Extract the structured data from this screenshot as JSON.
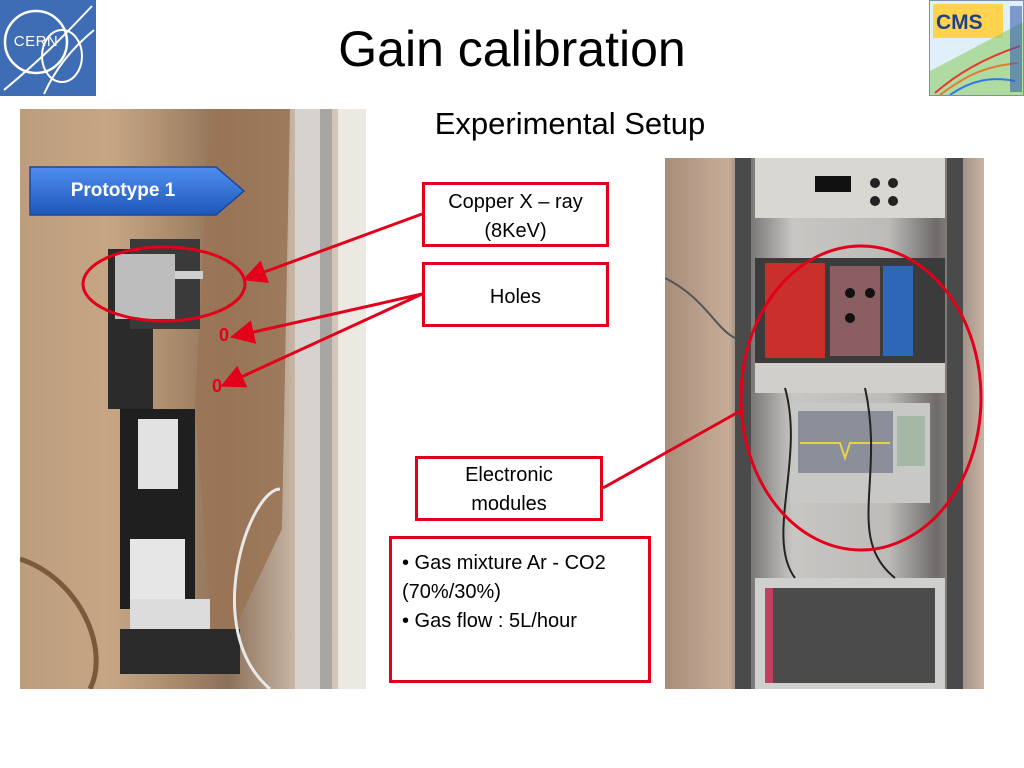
{
  "slide": {
    "title": "Gain calibration",
    "subtitle": "Experimental Setup"
  },
  "logos": {
    "left": {
      "text": "CERN",
      "icon": "cern-logo-icon"
    },
    "right": {
      "text": "CMS",
      "icon": "cms-logo-icon"
    }
  },
  "badge": {
    "label": "Prototype 1"
  },
  "callouts": {
    "copper": {
      "line1": "Copper X – ray",
      "line2": "(8KeV)"
    },
    "holes": {
      "text": "Holes"
    },
    "electronic": {
      "line1": "Electronic",
      "line2": "modules"
    },
    "gas": {
      "line1": "• Gas mixture Ar - CO2",
      "line2": "(70%/30%)",
      "line3": "• Gas flow : 5L/hour"
    }
  },
  "photos": {
    "left": {
      "icon": "prototype-detector-photo"
    },
    "right": {
      "icon": "electronics-rack-photo"
    }
  },
  "colors": {
    "callout_border": "#e3001b",
    "badge_fill": "#2f6fd0",
    "cern_blue": "#3f6db5"
  }
}
